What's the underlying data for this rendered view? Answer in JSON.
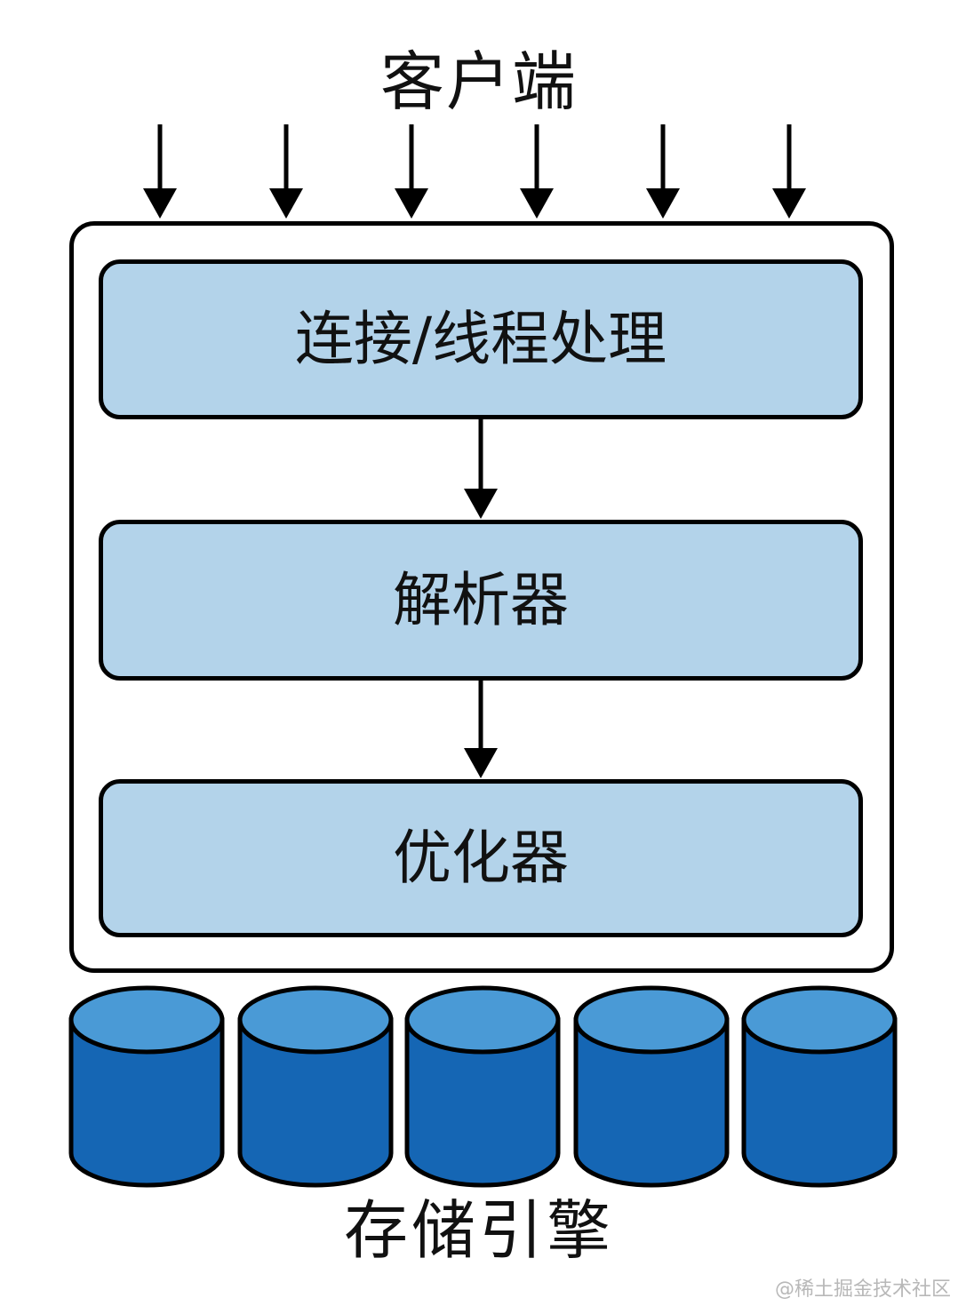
{
  "labels": {
    "client": "客户端",
    "storage": "存储引擎"
  },
  "stages": [
    {
      "label": "连接/线程处理"
    },
    {
      "label": "解析器"
    },
    {
      "label": "优化器"
    }
  ],
  "watermark": "@稀土掘金技术社区",
  "colors": {
    "stage_fill": "#b3d3ea",
    "cylinder_body": "#1566b4",
    "cylinder_top": "#4a9ad6",
    "stroke": "#000000"
  }
}
